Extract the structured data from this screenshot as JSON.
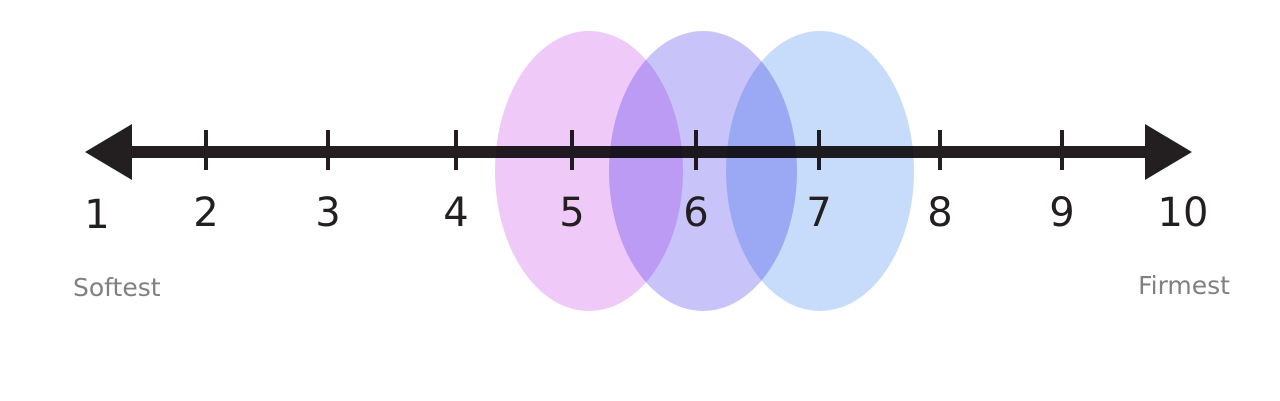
{
  "scale": {
    "ticks": [
      "1",
      "2",
      "3",
      "4",
      "5",
      "6",
      "7",
      "8",
      "9",
      "10"
    ],
    "min_label": "Softest",
    "max_label": "Firmest"
  },
  "ranges": [
    {
      "name": "pink",
      "center": 5.15,
      "color": "#eab8f7"
    },
    {
      "name": "purple",
      "center": 6.05,
      "color": "#b5b0f8"
    },
    {
      "name": "blue",
      "center": 7.0,
      "color": "#b3d0f8"
    }
  ],
  "colors": {
    "line": "#231f20",
    "label": "#808080"
  }
}
